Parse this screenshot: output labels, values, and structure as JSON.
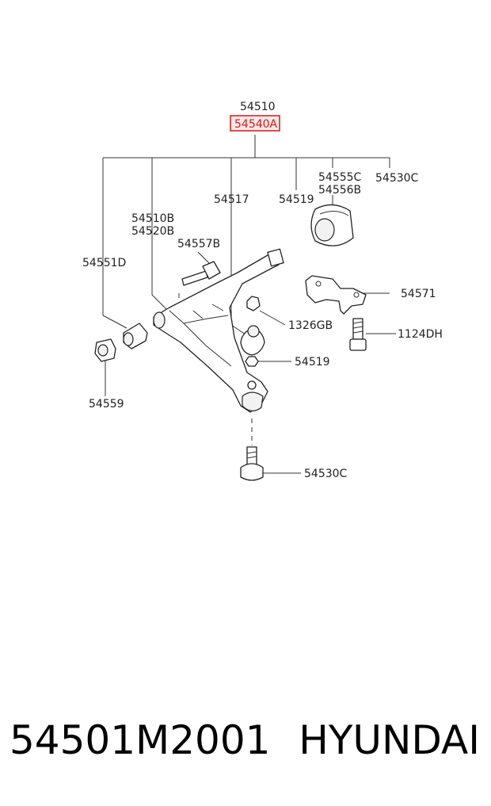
{
  "diagram": {
    "callouts": {
      "c54510": "54510",
      "c54540A": "54540A",
      "c54555C": "54555C",
      "c54556B": "54556B",
      "c54530C_top": "54530C",
      "c54517": "54517",
      "c54519_top": "54519",
      "c54510B": "54510B",
      "c54520B": "54520B",
      "c54557B": "54557B",
      "c54551D": "54551D",
      "c54571": "54571",
      "c1326GB": "1326GB",
      "c1124DH": "1124DH",
      "c54519_mid": "54519",
      "c54559": "54559",
      "c54530C_bottom": "54530C"
    },
    "highlight_color": "#d21a1a"
  },
  "footer": {
    "part_number": "54501M2001",
    "brand": "HYUNDAI"
  }
}
